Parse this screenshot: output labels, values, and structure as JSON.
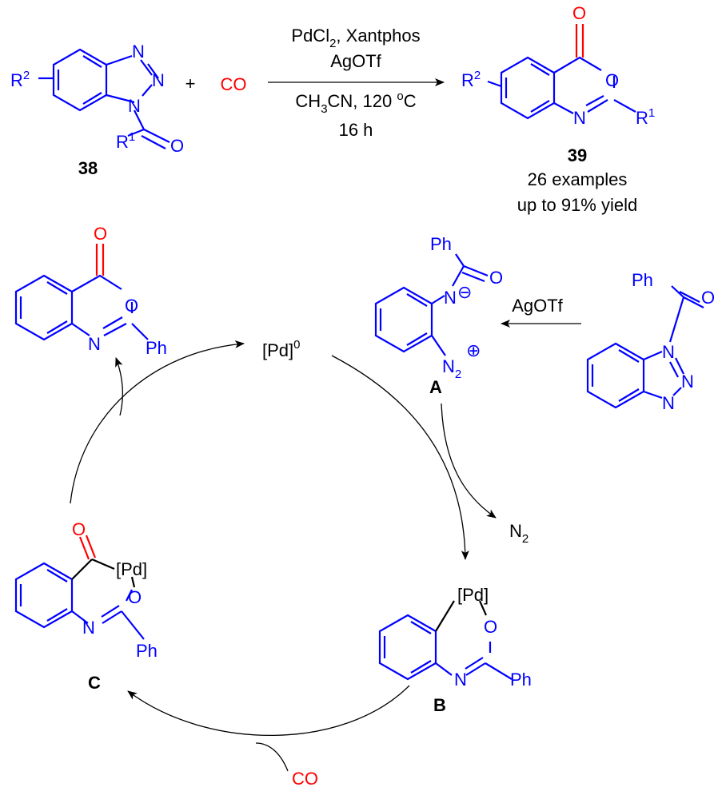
{
  "colors": {
    "structure": "#0000ff",
    "oxygen_carbonyl": "#ff0000",
    "text": "#000000"
  },
  "scheme": {
    "reactant": {
      "label": "38",
      "r2": "R",
      "r2_sup": "2",
      "r1": "R",
      "r1_sup": "1",
      "n": "N",
      "o": "O"
    },
    "plus": "+",
    "co": "CO",
    "conditions": {
      "line1a": "PdCl",
      "line1_sub": "2",
      "line1b": ", Xantphos",
      "line2": "AgOTf",
      "line3a": "CH",
      "line3_sub1": "3",
      "line3b": "CN, 120 ",
      "line3_sup": "o",
      "line3c": "C",
      "line4": "16 h"
    },
    "product": {
      "label": "39",
      "examples": "26 examples",
      "yield": "up to 91% yield",
      "r2": "R",
      "r2_sup": "2",
      "r1": "R",
      "r1_sup": "1",
      "n": "N",
      "o": "O"
    }
  },
  "cycle": {
    "pd0": "[Pd]",
    "pd0_sup": "0",
    "product": {
      "o": "O",
      "n": "N",
      "ph": "Ph"
    },
    "intermediate_a": {
      "label": "A",
      "ph": "Ph",
      "o": "O",
      "n": "N",
      "n2": "N",
      "n2_sub": "2",
      "minus": "⊖",
      "plus": "⊕"
    },
    "agotf": "AgOTf",
    "substrate": {
      "ph": "Ph",
      "o": "O",
      "n": "N"
    },
    "n2_release": "N",
    "n2_release_sub": "2",
    "intermediate_b": {
      "label": "B",
      "pd": "[Pd]",
      "o": "O",
      "n": "N",
      "ph": "Ph"
    },
    "intermediate_c": {
      "label": "C",
      "pd": "[Pd]",
      "o": "O",
      "n": "N",
      "ph": "Ph"
    },
    "co": "CO"
  }
}
